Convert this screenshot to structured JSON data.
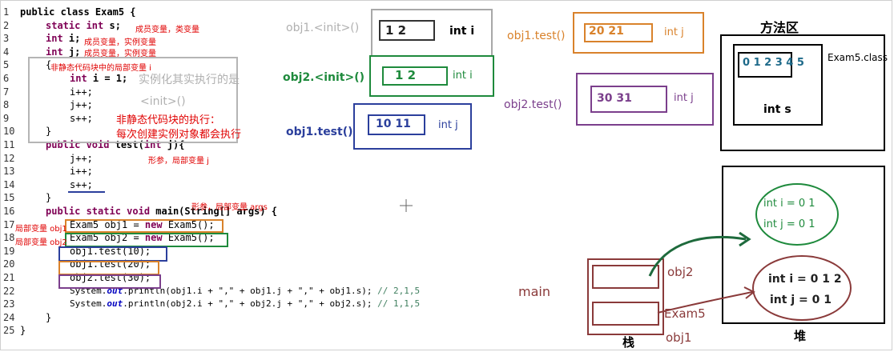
{
  "code": {
    "line_numbers": [
      "1",
      "2",
      "3",
      "4",
      "5",
      "6",
      "7",
      "8",
      "9",
      "10",
      "11",
      "12",
      "13",
      "14",
      "15",
      "16",
      "17",
      "18",
      "19",
      "20",
      "21",
      "22",
      "23",
      "24",
      "25"
    ],
    "l1": [
      "public class",
      " Exam5 {"
    ],
    "l2": [
      "static int",
      " s;"
    ],
    "l3": [
      "int",
      " i;"
    ],
    "l4": [
      "int",
      " j;"
    ],
    "l5": "{",
    "l6": [
      "int",
      " i = 1;"
    ],
    "l7": "i++;",
    "l8": "j++;",
    "l9": "s++;",
    "l10": "}",
    "l11": [
      "public void",
      " test(",
      "int",
      " j){"
    ],
    "l12": "j++;",
    "l13": "i++;",
    "l14": "s++;",
    "l15": "}",
    "l16": [
      "public static void",
      " main(String[] args) {"
    ],
    "l17": [
      "Exam5 obj1 = ",
      "new",
      " Exam5();"
    ],
    "l18": [
      "Exam5 obj2 = ",
      "new",
      " Exam5();"
    ],
    "l19": "obj1.test(10);",
    "l20": "obj1.test(20);",
    "l21": "obj2.test(30);",
    "l22": [
      "System.",
      "out",
      ".println(obj1.i + \",\" + obj1.j + \",\" + obj1.s);",
      " // 2,1,5"
    ],
    "l23": [
      "System.",
      "out",
      ".println(obj2.i + \",\" + obj2.j + \",\" + obj2.s);",
      " // 1,1,5"
    ],
    "l24": "}",
    "l25": "}"
  },
  "annotations": {
    "static_field": "成员变量，类变量",
    "instance_i": "成员变量，实例变量",
    "instance_j": "成员变量，实例变量",
    "block_local": "非静态代码块中的局部变量 i",
    "instantiation_runs": "实例化其实执行的是",
    "init_method": "<init>()",
    "block_exec_title": "非静态代码块的执行：",
    "block_exec_desc": "每次创建实例对象都会执行",
    "param_j": "形参，局部变量 j",
    "param_args": "形参，局部变量 args",
    "local_obj1": "局部变量 obj1",
    "local_obj2": "局部变量 obj2"
  },
  "frames": {
    "obj1_init": {
      "label": "obj1.<init>()",
      "var": "int i",
      "value": "1 2"
    },
    "obj2_init": {
      "label": "obj2.<init>()",
      "var": "int i",
      "value": "1 2"
    },
    "obj1_test_a": {
      "label": "obj1.test()",
      "var": "int j",
      "value": "10 11"
    },
    "obj1_test_b": {
      "label": "obj1.test()",
      "var": "int j",
      "value": "20 21"
    },
    "obj2_test": {
      "label": "obj2.test()",
      "var": "int j",
      "value": "30 31"
    }
  },
  "method_area": {
    "title": "方法区",
    "class_name": "Exam5.class",
    "field": "int s",
    "value": "0 1 2 3 4 5"
  },
  "heap": {
    "title": "堆",
    "obj2_i": "int i = 0 1",
    "obj2_j": "int j = 0 1",
    "obj1_i": "int i = 0 1 2",
    "obj1_j": "int j = 0 1"
  },
  "stack": {
    "title": "栈",
    "main": "main",
    "obj2": "obj2",
    "exam5": "Exam5",
    "obj1": "obj1"
  },
  "colors": {
    "red": "#e00000",
    "green": "#1e8a3c",
    "blue": "#2b3f9c",
    "orange": "#d9822b",
    "purple": "#7b3f8c",
    "brown": "#8a3a3a",
    "gray": "#a8a8a8"
  }
}
